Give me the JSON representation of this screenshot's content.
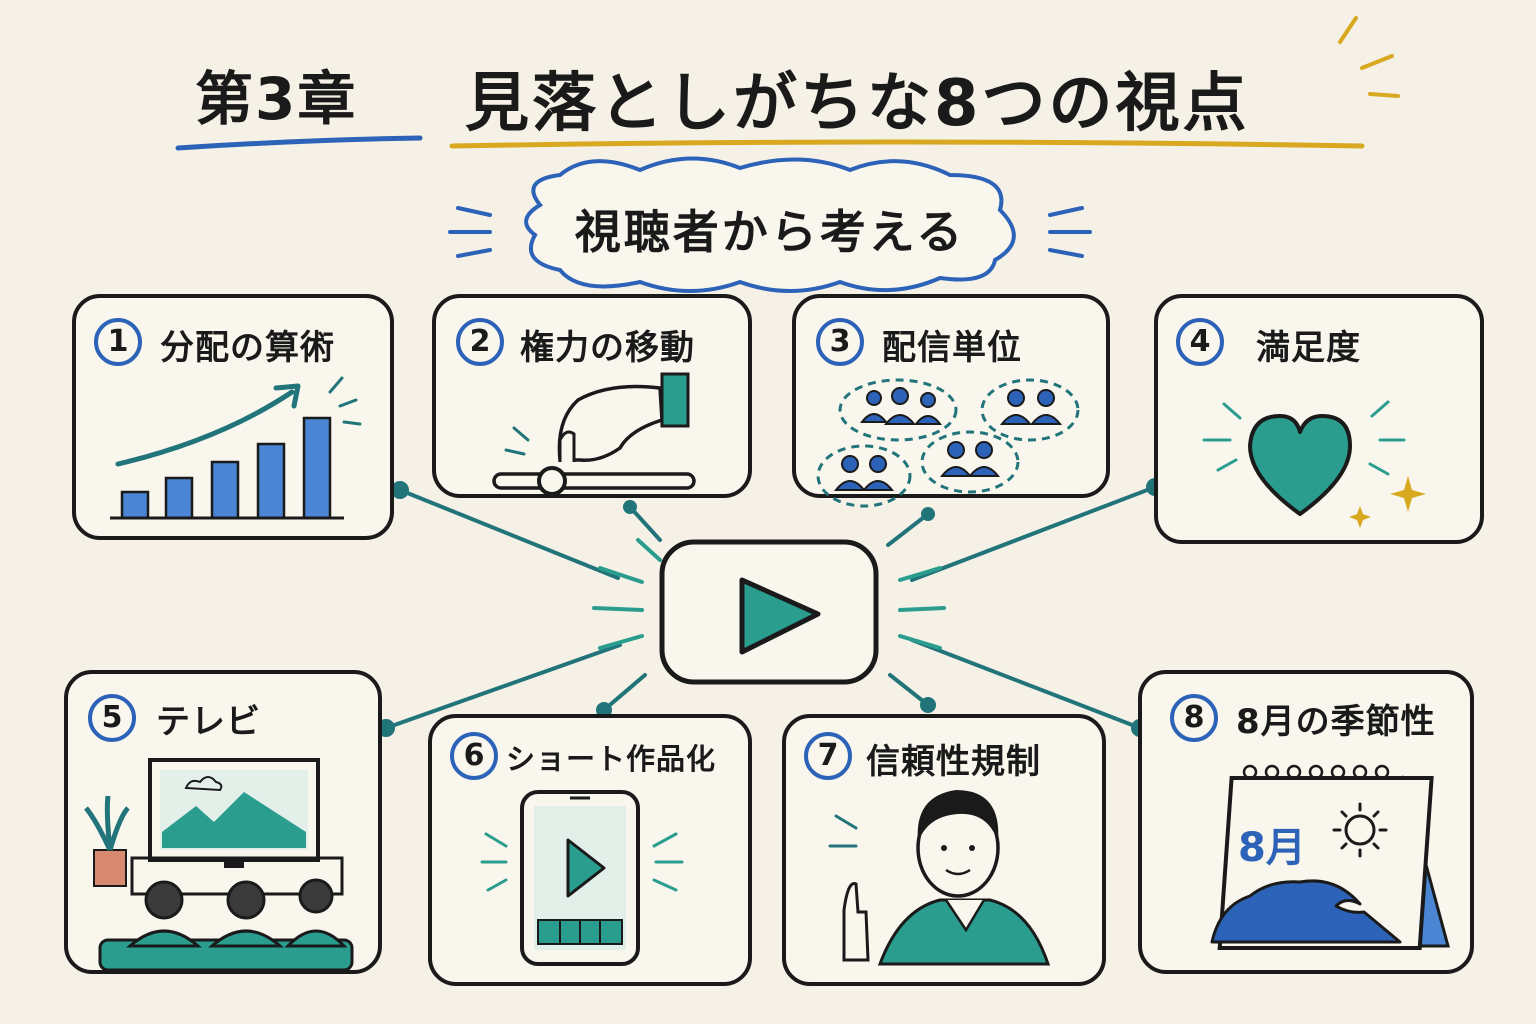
{
  "header": {
    "chapter": "第3章",
    "title": "見落としがちな8つの視点"
  },
  "subtitle": "視聴者から考える",
  "center_icon": "play-button-icon",
  "cards": [
    {
      "number": "1",
      "label": "分配の算術",
      "icon": "bar-chart-icon"
    },
    {
      "number": "2",
      "label": "権力の移動",
      "icon": "hand-slider-icon"
    },
    {
      "number": "3",
      "label": "配信単位",
      "icon": "audience-groups-icon"
    },
    {
      "number": "4",
      "label": "満足度",
      "icon": "heart-icon"
    },
    {
      "number": "5",
      "label": "テレビ",
      "icon": "tv-viewers-icon"
    },
    {
      "number": "6",
      "label": "ショート作品化",
      "icon": "smartphone-video-icon"
    },
    {
      "number": "7",
      "label": "信頼性規制",
      "icon": "presenter-icon"
    },
    {
      "number": "8",
      "label": "8月の季節性",
      "icon": "calendar-wave-icon"
    }
  ],
  "calendar": {
    "month": "8月"
  },
  "colors": {
    "background": "#f5f1e6",
    "teal": "#2a9d8f",
    "blue": "#2c63b8",
    "gold": "#d8a820",
    "ink": "#1a1a1a"
  }
}
